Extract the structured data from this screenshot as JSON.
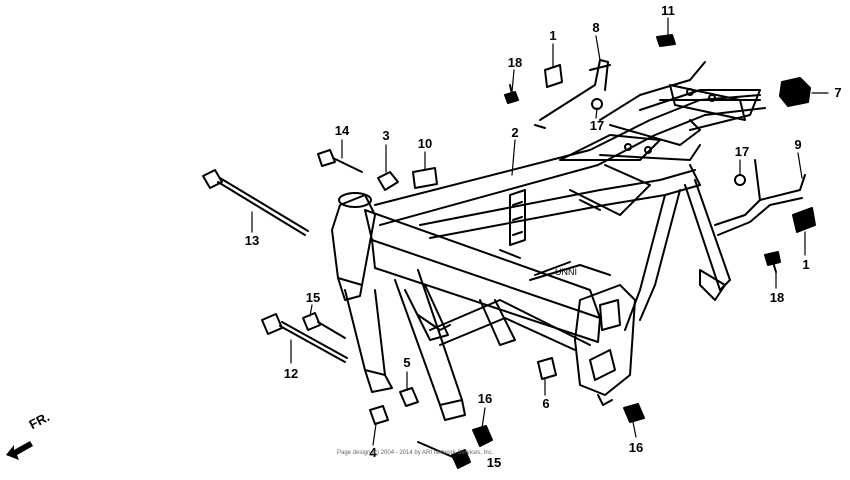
{
  "diagram": {
    "callouts": [
      "1",
      "8",
      "11",
      "18",
      "17",
      "7",
      "14",
      "3",
      "10",
      "2",
      "17",
      "9",
      "13",
      "1",
      "18",
      "15",
      "12",
      "5",
      "6",
      "16",
      "4",
      "15",
      "16"
    ],
    "front_label": "FR.",
    "copyright": "Page design (c) 2004 - 2014 by ARI Network Services, Inc."
  }
}
